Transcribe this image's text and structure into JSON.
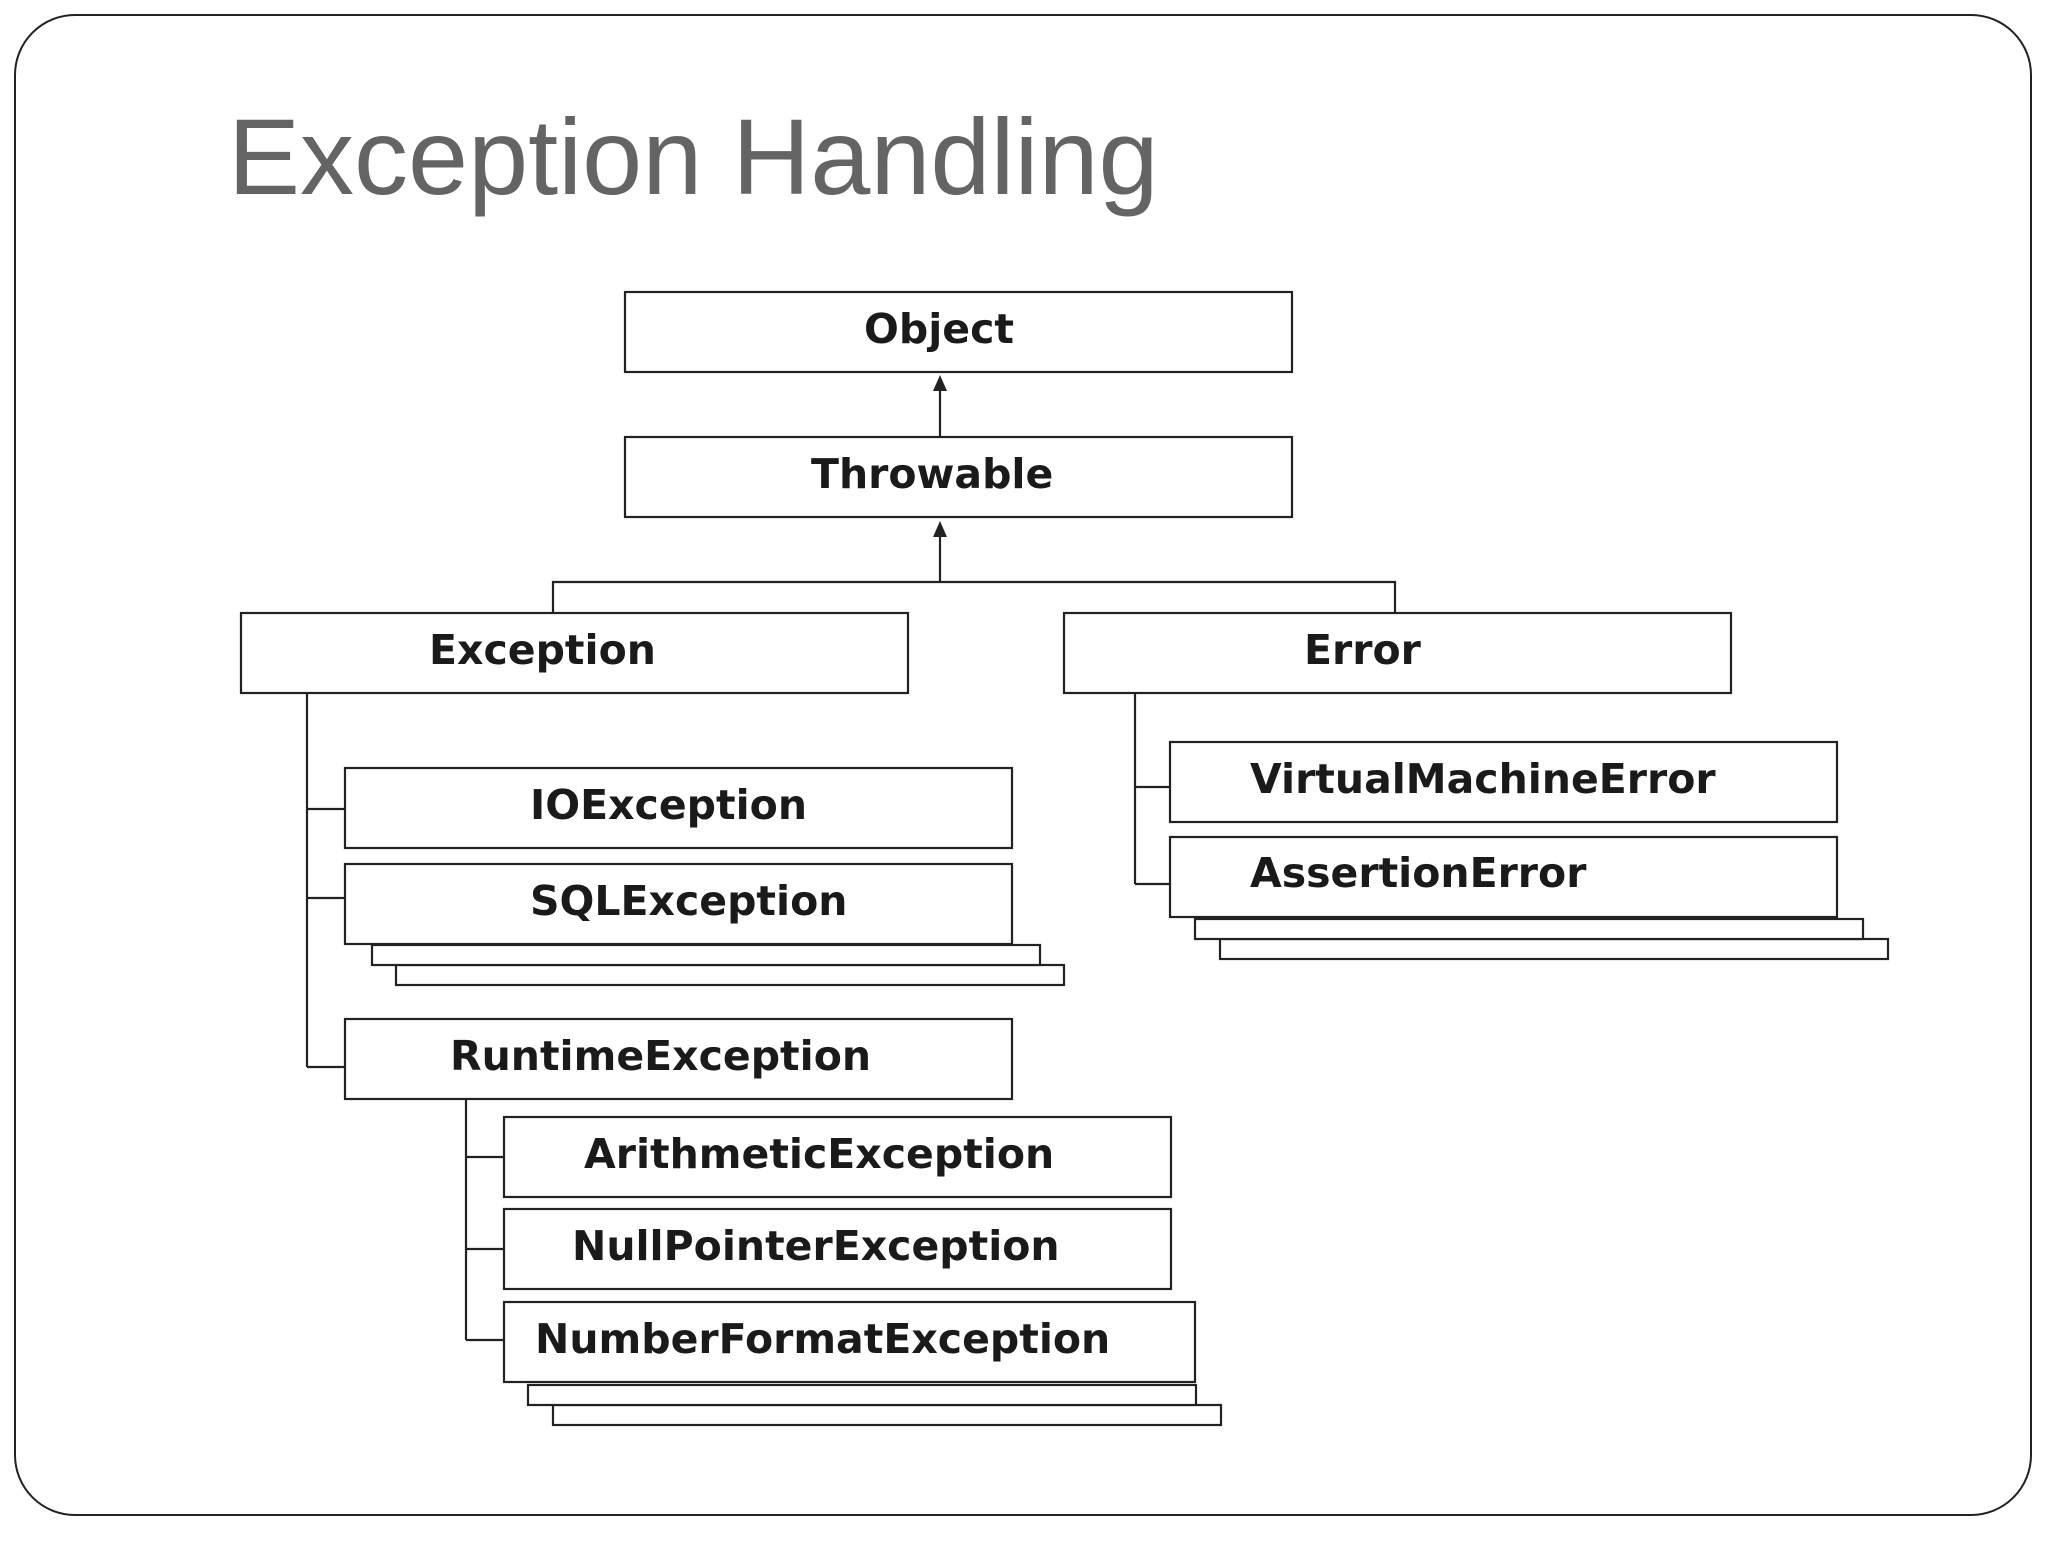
{
  "slide": {
    "title": "Exception Handling"
  },
  "diagram": {
    "nodes": {
      "object": "Object",
      "throwable": "Throwable",
      "exception": "Exception",
      "error": "Error",
      "io_exception": "IOException",
      "sql_exception": "SQLException",
      "runtime_exception": "RuntimeException",
      "arithmetic_exception": "ArithmeticException",
      "null_pointer_exception": "NullPointerException",
      "number_format_exception": "NumberFormatException",
      "virtual_machine_error": "VirtualMachineError",
      "assertion_error": "AssertionError"
    }
  },
  "colors": {
    "frame_border": "#222222",
    "title_text": "#646464",
    "box_border": "#222222",
    "box_text": "#1a1a1a",
    "background": "#ffffff"
  }
}
